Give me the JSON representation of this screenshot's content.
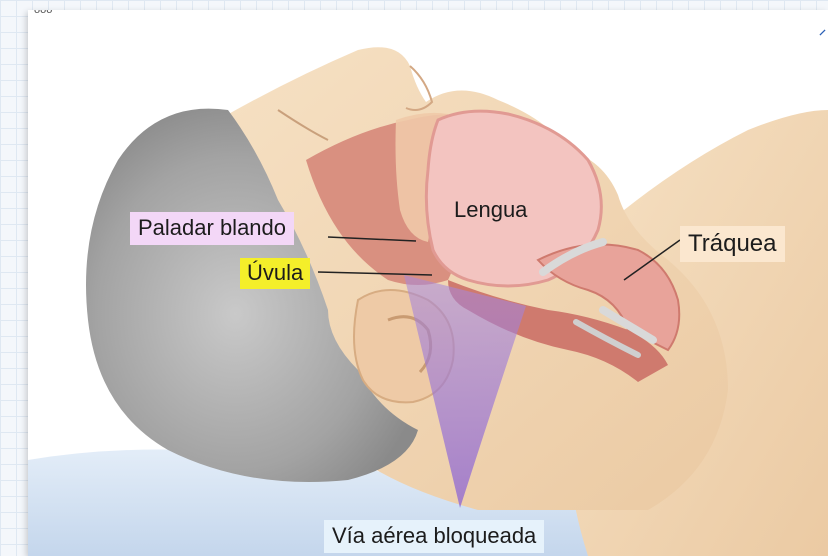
{
  "diagram": {
    "labels": {
      "paladar_blando": "Paladar blando",
      "uvula": "Úvula",
      "lengua": "Lengua",
      "traquea": "Tráquea",
      "via_aerea": "Vía aérea bloqueada"
    },
    "top_fragment": "ooo",
    "colors": {
      "skin": "#f2d9b8",
      "hair": "#9a9a9a",
      "pillow": "#cfdff0",
      "blocked_region": "#9b6fd6",
      "highlight_pink": "#f3d7f7",
      "highlight_yellow": "#f4ef2a",
      "highlight_peach": "#fbe7cf"
    }
  }
}
